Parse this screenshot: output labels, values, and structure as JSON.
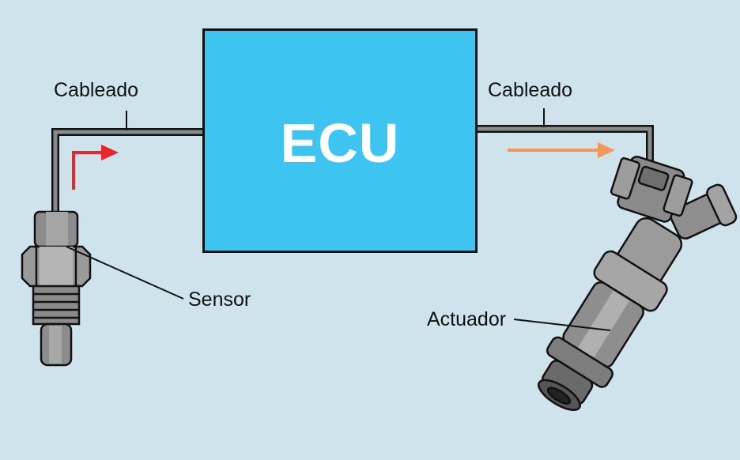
{
  "diagram": {
    "ecu_label": "ECU",
    "wiring_left_label": "Cableado",
    "wiring_right_label": "Cableado",
    "sensor_label": "Sensor",
    "actuator_label": "Actuador"
  },
  "colors": {
    "background": "#cfe3ec",
    "ecu_fill": "#3ec4f1",
    "input_arrow": "#e8262b",
    "output_arrow": "#f2965a"
  }
}
